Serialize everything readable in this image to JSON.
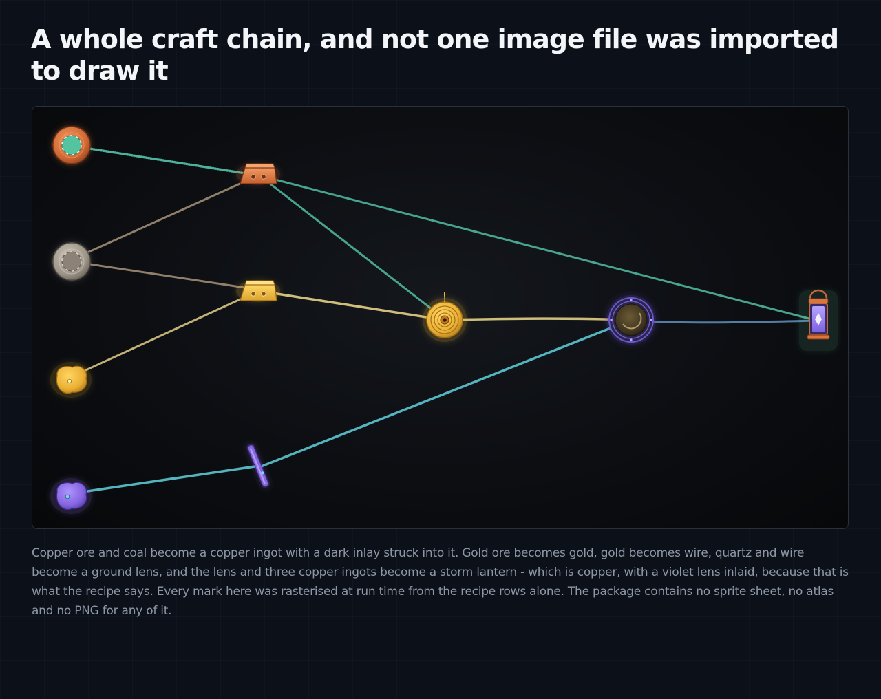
{
  "title": "A whole craft chain, and not one image file was imported to draw it",
  "caption": "Copper ore and coal become a copper ingot with a dark inlay struck into it. Gold ore becomes gold, gold becomes wire, quartz and wire become a ground lens, and the lens and three copper ingots become a storm lantern - which is copper, with a violet lens inlaid, because that is what the recipe says. Every mark here was rasterised at run time from the recipe rows alone. The package contains no sprite sheet, no atlas and no PNG for any of it.",
  "colors": {
    "background": "#0c1119",
    "panel": "#0b0d11",
    "copper": "#d9753f",
    "coal": "#a49a8d",
    "gold": "#f0b93a",
    "quartz": "#8f6fe6",
    "lantern_glass": "#9b86f0",
    "edge_teal": "#4fb59d",
    "edge_tan": "#a8937a",
    "edge_gold": "#e3cf86",
    "edge_cyan": "#5cc7d2",
    "edge_slate": "#5a8bb4"
  },
  "nodes": [
    {
      "id": "copper-ore",
      "icon": "copper-ore-icon"
    },
    {
      "id": "coal",
      "icon": "coal-icon"
    },
    {
      "id": "gold-ore",
      "icon": "gold-ore-icon"
    },
    {
      "id": "quartz",
      "icon": "quartz-icon"
    },
    {
      "id": "copper-ingot",
      "icon": "copper-ingot-icon"
    },
    {
      "id": "gold-ingot",
      "icon": "gold-ingot-icon"
    },
    {
      "id": "quartz-rod",
      "icon": "quartz-rod-icon"
    },
    {
      "id": "gold-wire",
      "icon": "wire-coil-icon"
    },
    {
      "id": "ground-lens",
      "icon": "lens-icon"
    },
    {
      "id": "storm-lantern",
      "icon": "lantern-icon"
    }
  ],
  "edges": [
    {
      "from": "copper-ore",
      "to": "copper-ingot"
    },
    {
      "from": "coal",
      "to": "copper-ingot"
    },
    {
      "from": "coal",
      "to": "gold-ingot"
    },
    {
      "from": "gold-ore",
      "to": "gold-ingot"
    },
    {
      "from": "quartz",
      "to": "quartz-rod"
    },
    {
      "from": "copper-ingot",
      "to": "gold-wire"
    },
    {
      "from": "copper-ingot",
      "to": "storm-lantern"
    },
    {
      "from": "gold-ingot",
      "to": "gold-wire"
    },
    {
      "from": "gold-wire",
      "to": "ground-lens"
    },
    {
      "from": "quartz-rod",
      "to": "ground-lens"
    },
    {
      "from": "ground-lens",
      "to": "storm-lantern"
    }
  ]
}
